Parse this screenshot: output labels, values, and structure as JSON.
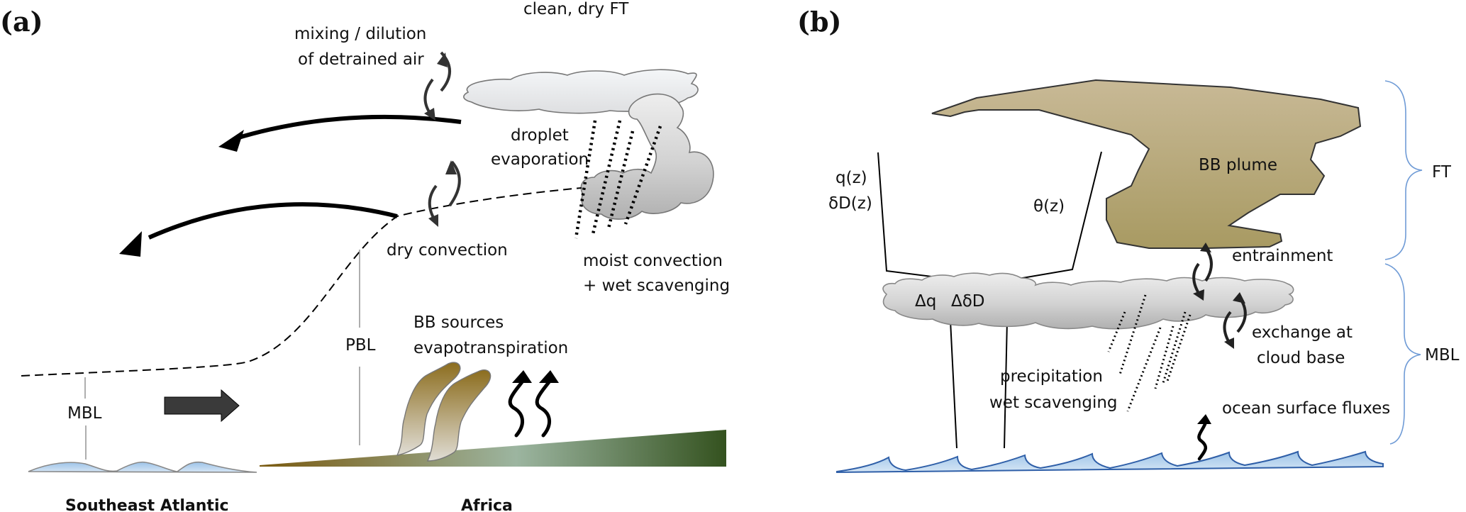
{
  "figure": {
    "panels": [
      {
        "id": "a",
        "label": "(a)",
        "labels": {
          "top": "clean, dry FT",
          "mixing_line1": "mixing / dilution",
          "mixing_line2": "of detrained air",
          "droplet_line1": "droplet",
          "droplet_line2": "evaporation",
          "dry_convection": "dry convection",
          "moist_line1": "moist convection",
          "moist_line2": "+ wet scavenging",
          "pbl": "PBL",
          "mbl": "MBL",
          "bb_line1": "BB sources",
          "bb_line2": "evapotranspiration",
          "region_ocean": "Southeast Atlantic",
          "region_land": "Africa"
        }
      },
      {
        "id": "b",
        "label": "(b)",
        "labels": {
          "q_profile_line1": "q(z)",
          "q_profile_line2": "δD(z)",
          "theta_profile": "θ(z)",
          "bb_plume": "BB plume",
          "ft_brace": "FT",
          "mbl_brace": "MBL",
          "entrainment": "entrainment",
          "delta_q": "Δq",
          "delta_dd": "ΔδD",
          "exchange_line1": "exchange at",
          "exchange_line2": "cloud base",
          "precip_line1": "precipitation",
          "precip_line2": "wet scavenging",
          "ocean_fluxes": "ocean surface fluxes"
        }
      }
    ],
    "colors": {
      "ocean_fill": "#bcd7ee",
      "ocean_stroke": "#2f5fa8",
      "land_brown": "#7a5a10",
      "land_mid": "#9cb5a0",
      "land_green": "#34521f",
      "plume_top": "#c8b996",
      "plume_bottom": "#a89a62",
      "small_plume": "#8c6d1e",
      "brace": "#6f9bd6",
      "cloud_light": "#f4f6f8",
      "cloud_dark": "#b5b5b5",
      "arrow_dark": "#333333"
    }
  }
}
